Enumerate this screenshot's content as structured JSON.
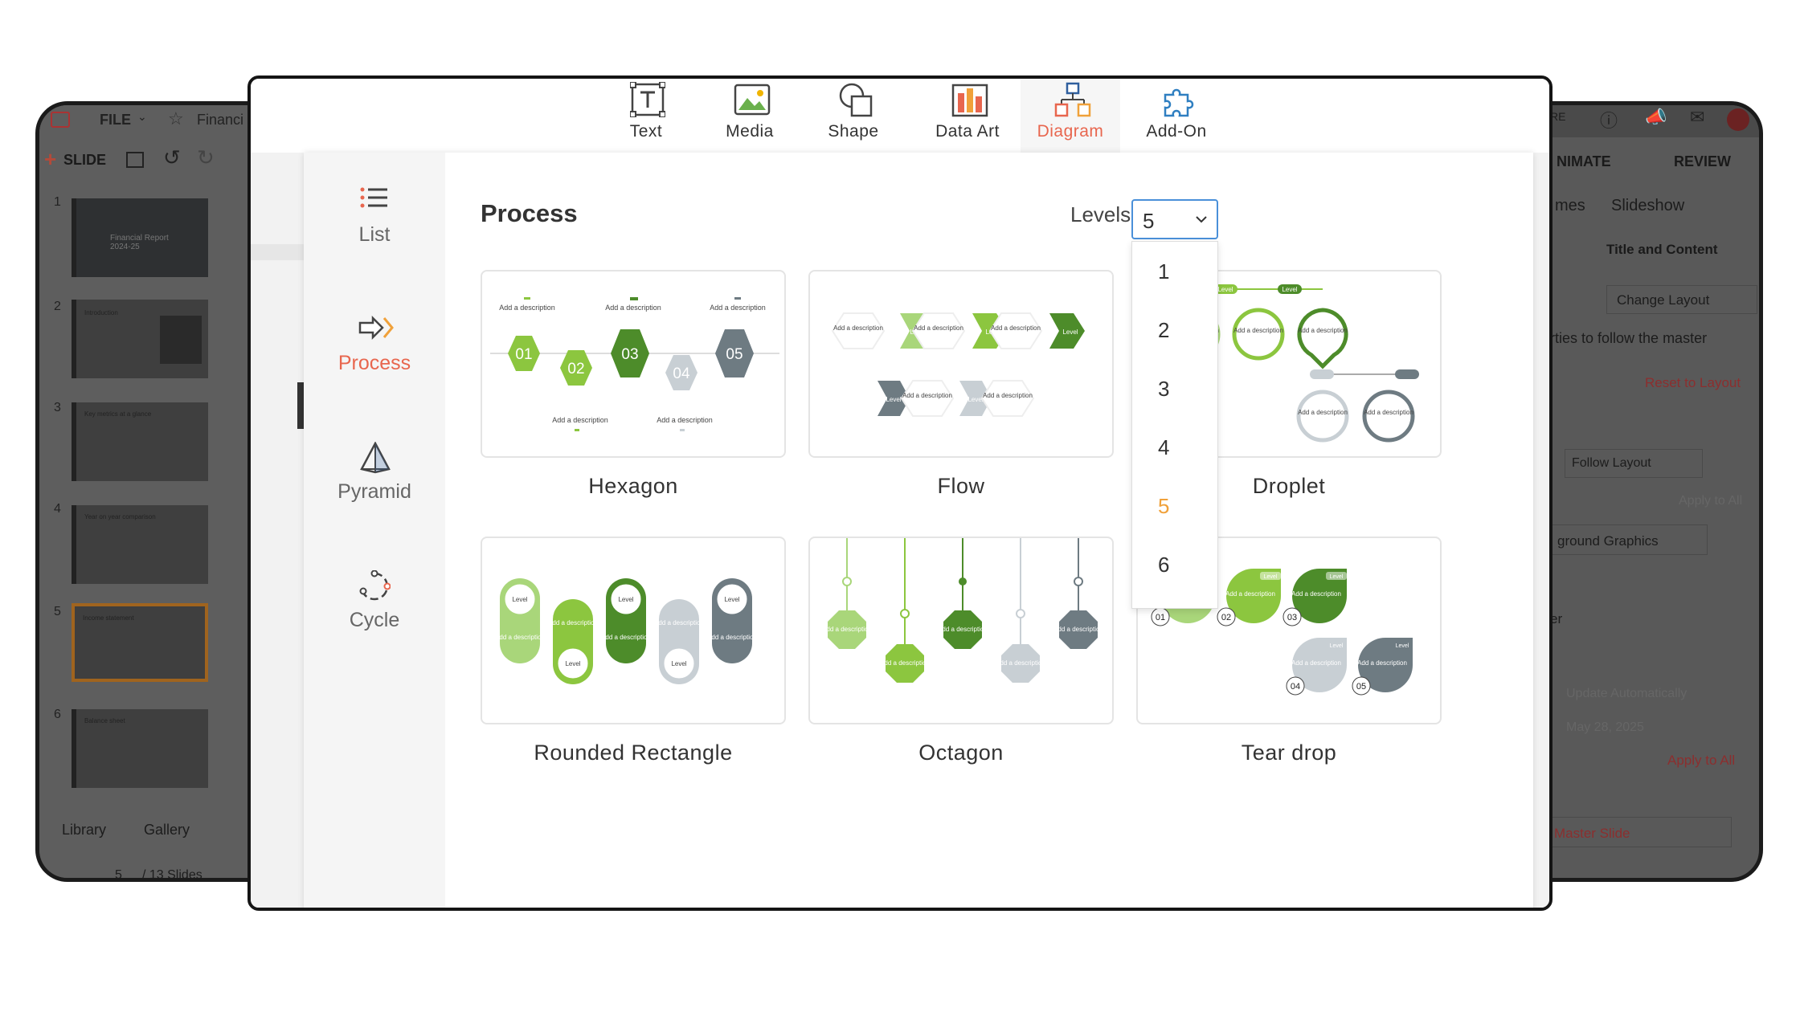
{
  "background_app": {
    "file_menu": "FILE",
    "doc_title": "Financi",
    "slide_button": "SLIDE",
    "tabs_right": [
      "NIMATE",
      "REVIEW"
    ],
    "top_right_partial": "RE",
    "subtabs": [
      "mes",
      "Slideshow"
    ],
    "layout_name": "Title and Content",
    "change_layout": "Change Layout",
    "follow_master_text": "rties to follow the master",
    "reset_layout": "Reset to Layout",
    "follow_layout": "Follow Layout",
    "apply_to_all_1": "Apply to All",
    "background_graphics": "ground Graphics",
    "er_partial": "er",
    "update_auto": "Update Automatically",
    "date": "May 28, 2025",
    "apply_to_all_2": "Apply to All",
    "master_slide": "Master Slide",
    "bottom_tabs": [
      "Library",
      "Gallery"
    ],
    "slide_counter": "5",
    "slide_total": "/ 13 Slides",
    "slide_numbers": [
      "1",
      "2",
      "3",
      "4",
      "5",
      "6"
    ],
    "thumb_titles": [
      "Financial Report 2024-25",
      "Introduction",
      "Key metrics at a glance",
      "Year on year comparison",
      "Income statement",
      "Balance sheet"
    ]
  },
  "toolbar": {
    "items": [
      {
        "label": "Text",
        "icon": "text-icon"
      },
      {
        "label": "Media",
        "icon": "image-icon"
      },
      {
        "label": "Shape",
        "icon": "shape-icon"
      },
      {
        "label": "Data Art",
        "icon": "data-art-icon"
      },
      {
        "label": "Diagram",
        "icon": "diagram-icon",
        "active": true
      },
      {
        "label": "Add-On",
        "icon": "puzzle-icon"
      }
    ]
  },
  "categories": [
    {
      "label": "List",
      "icon": "list-icon"
    },
    {
      "label": "Process",
      "icon": "process-arrow-icon",
      "active": true
    },
    {
      "label": "Pyramid",
      "icon": "pyramid-icon"
    },
    {
      "label": "Cycle",
      "icon": "cycle-icon"
    }
  ],
  "section_title": "Process",
  "levels": {
    "label": "Levels",
    "selected": "5",
    "options": [
      "1",
      "2",
      "3",
      "4",
      "5",
      "6"
    ]
  },
  "diagrams": [
    {
      "name": "Hexagon",
      "numbers": [
        "01",
        "02",
        "03",
        "04",
        "05"
      ],
      "desc": "Add a description"
    },
    {
      "name": "Flow",
      "desc": "Add a description",
      "level": "Level"
    },
    {
      "name": "Droplet",
      "desc": "Add a description",
      "level": "Level"
    },
    {
      "name": "Rounded Rectangle",
      "desc": "Add a description",
      "level": "Level"
    },
    {
      "name": "Octagon",
      "desc": "Add a description"
    },
    {
      "name": "Tear drop",
      "numbers": [
        "01",
        "02",
        "03",
        "04",
        "05"
      ],
      "desc": "Add a description",
      "level": "Level"
    }
  ],
  "colors": {
    "accent": "#e8664e",
    "green_light": "#8cc63f",
    "green_lighter": "#a9d67a",
    "green_dark": "#4d8c2a",
    "grey_light": "#c8cfd4",
    "grey_dark": "#6e7b82",
    "level_highlight": "#f0a13a",
    "select_border": "#4a90d9"
  }
}
